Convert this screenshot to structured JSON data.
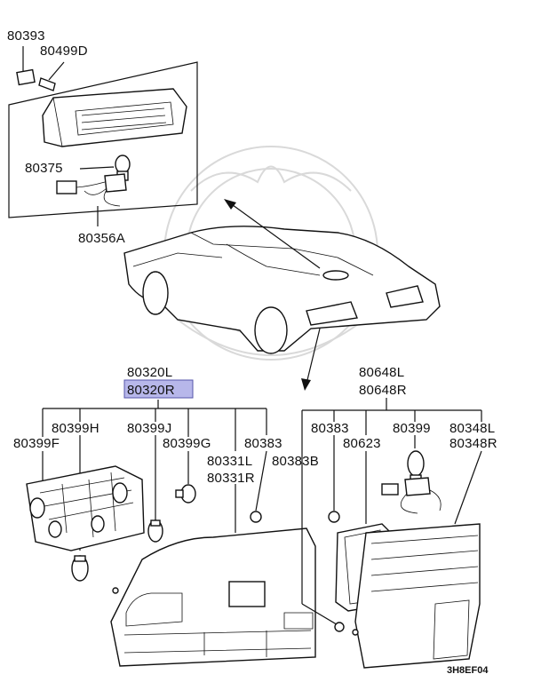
{
  "labels": {
    "p80393": "80393",
    "p80499d": "80499D",
    "p80375": "80375",
    "p80356a": "80356A",
    "p80320l": "80320L",
    "p80320r": "80320R",
    "p80399h": "80399H",
    "p80399j": "80399J",
    "p80399f": "80399F",
    "p80399g": "80399G",
    "p80383a": "80383",
    "p80331l": "80331L",
    "p80331r": "80331R",
    "p80648l": "80648L",
    "p80648r": "80648R",
    "p80383b": "80383",
    "p80399": "80399",
    "p80348l": "80348L",
    "p80348r": "80348R",
    "p80383c": "80383B",
    "p80623": "80623"
  },
  "diagram_code": "3H8EF04",
  "highlighted_part": "80320R",
  "colors": {
    "highlight": "#b7b7ea",
    "ink": "#111111",
    "watermark": "#d9d9d9"
  }
}
